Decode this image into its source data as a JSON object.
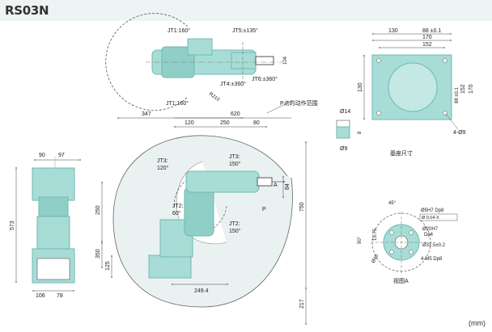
{
  "header": {
    "title": "RS03N",
    "unit_label": "(mm)"
  },
  "colors": {
    "body": "#a8dcd6",
    "body_dark": "#6fbab1",
    "line": "#555555",
    "header_band": "#eef3f3"
  },
  "top_view": {
    "jt1_top": "JT1:160°",
    "jt1_bottom": "JT1:160°",
    "jt5": "JT5:±135°",
    "jt4": "JT4:±360°",
    "jt6": "JT6:±360°",
    "r_label": "R210",
    "d104": "104"
  },
  "front_view": {
    "w90": "90",
    "w97": "97",
    "h573": "573",
    "w106": "106",
    "w78": "78"
  },
  "side_view": {
    "d347": "347",
    "d620": "620",
    "d120": "120",
    "d250a": "250",
    "d80": "80",
    "p_range_label": "P点的动作范围",
    "jt3_left": "JT3:",
    "jt3_left_val": "120°",
    "jt3_right": "JT3:",
    "jt3_right_val": "150°",
    "jt2_left": "JT2:",
    "jt2_left_val": "60°",
    "jt2_right": "JT2:",
    "jt2_right_val": "150°",
    "a_label": "A",
    "p_label": "P",
    "d84": "84",
    "d250b": "250",
    "d350": "350",
    "d125": "125",
    "d249": "249.4",
    "d750": "750",
    "d217": "217"
  },
  "base_view": {
    "d130": "130",
    "d88": "88 ±0.1",
    "d170": "170",
    "d152": "152",
    "v130": "130",
    "v88": "88 ±0.1",
    "v152": "152",
    "v170": "170",
    "hole4": "4-Ø9",
    "caption": "基座尺寸",
    "phi14": "Ø14",
    "phi9": "Ø9",
    "d8": "8"
  },
  "flange_view": {
    "ang45": "45°",
    "ang90": "90°",
    "d15": "15.75",
    "hole1": "Ø5H7 Dp8",
    "tol": "Ø 0.04 X",
    "bore": "Ø20H7",
    "dp4": "Dp4",
    "pcd": "Ø31.5±0.2",
    "threads": "4-M5 Dp8",
    "phi40": "Ø40",
    "caption": "视图A"
  }
}
